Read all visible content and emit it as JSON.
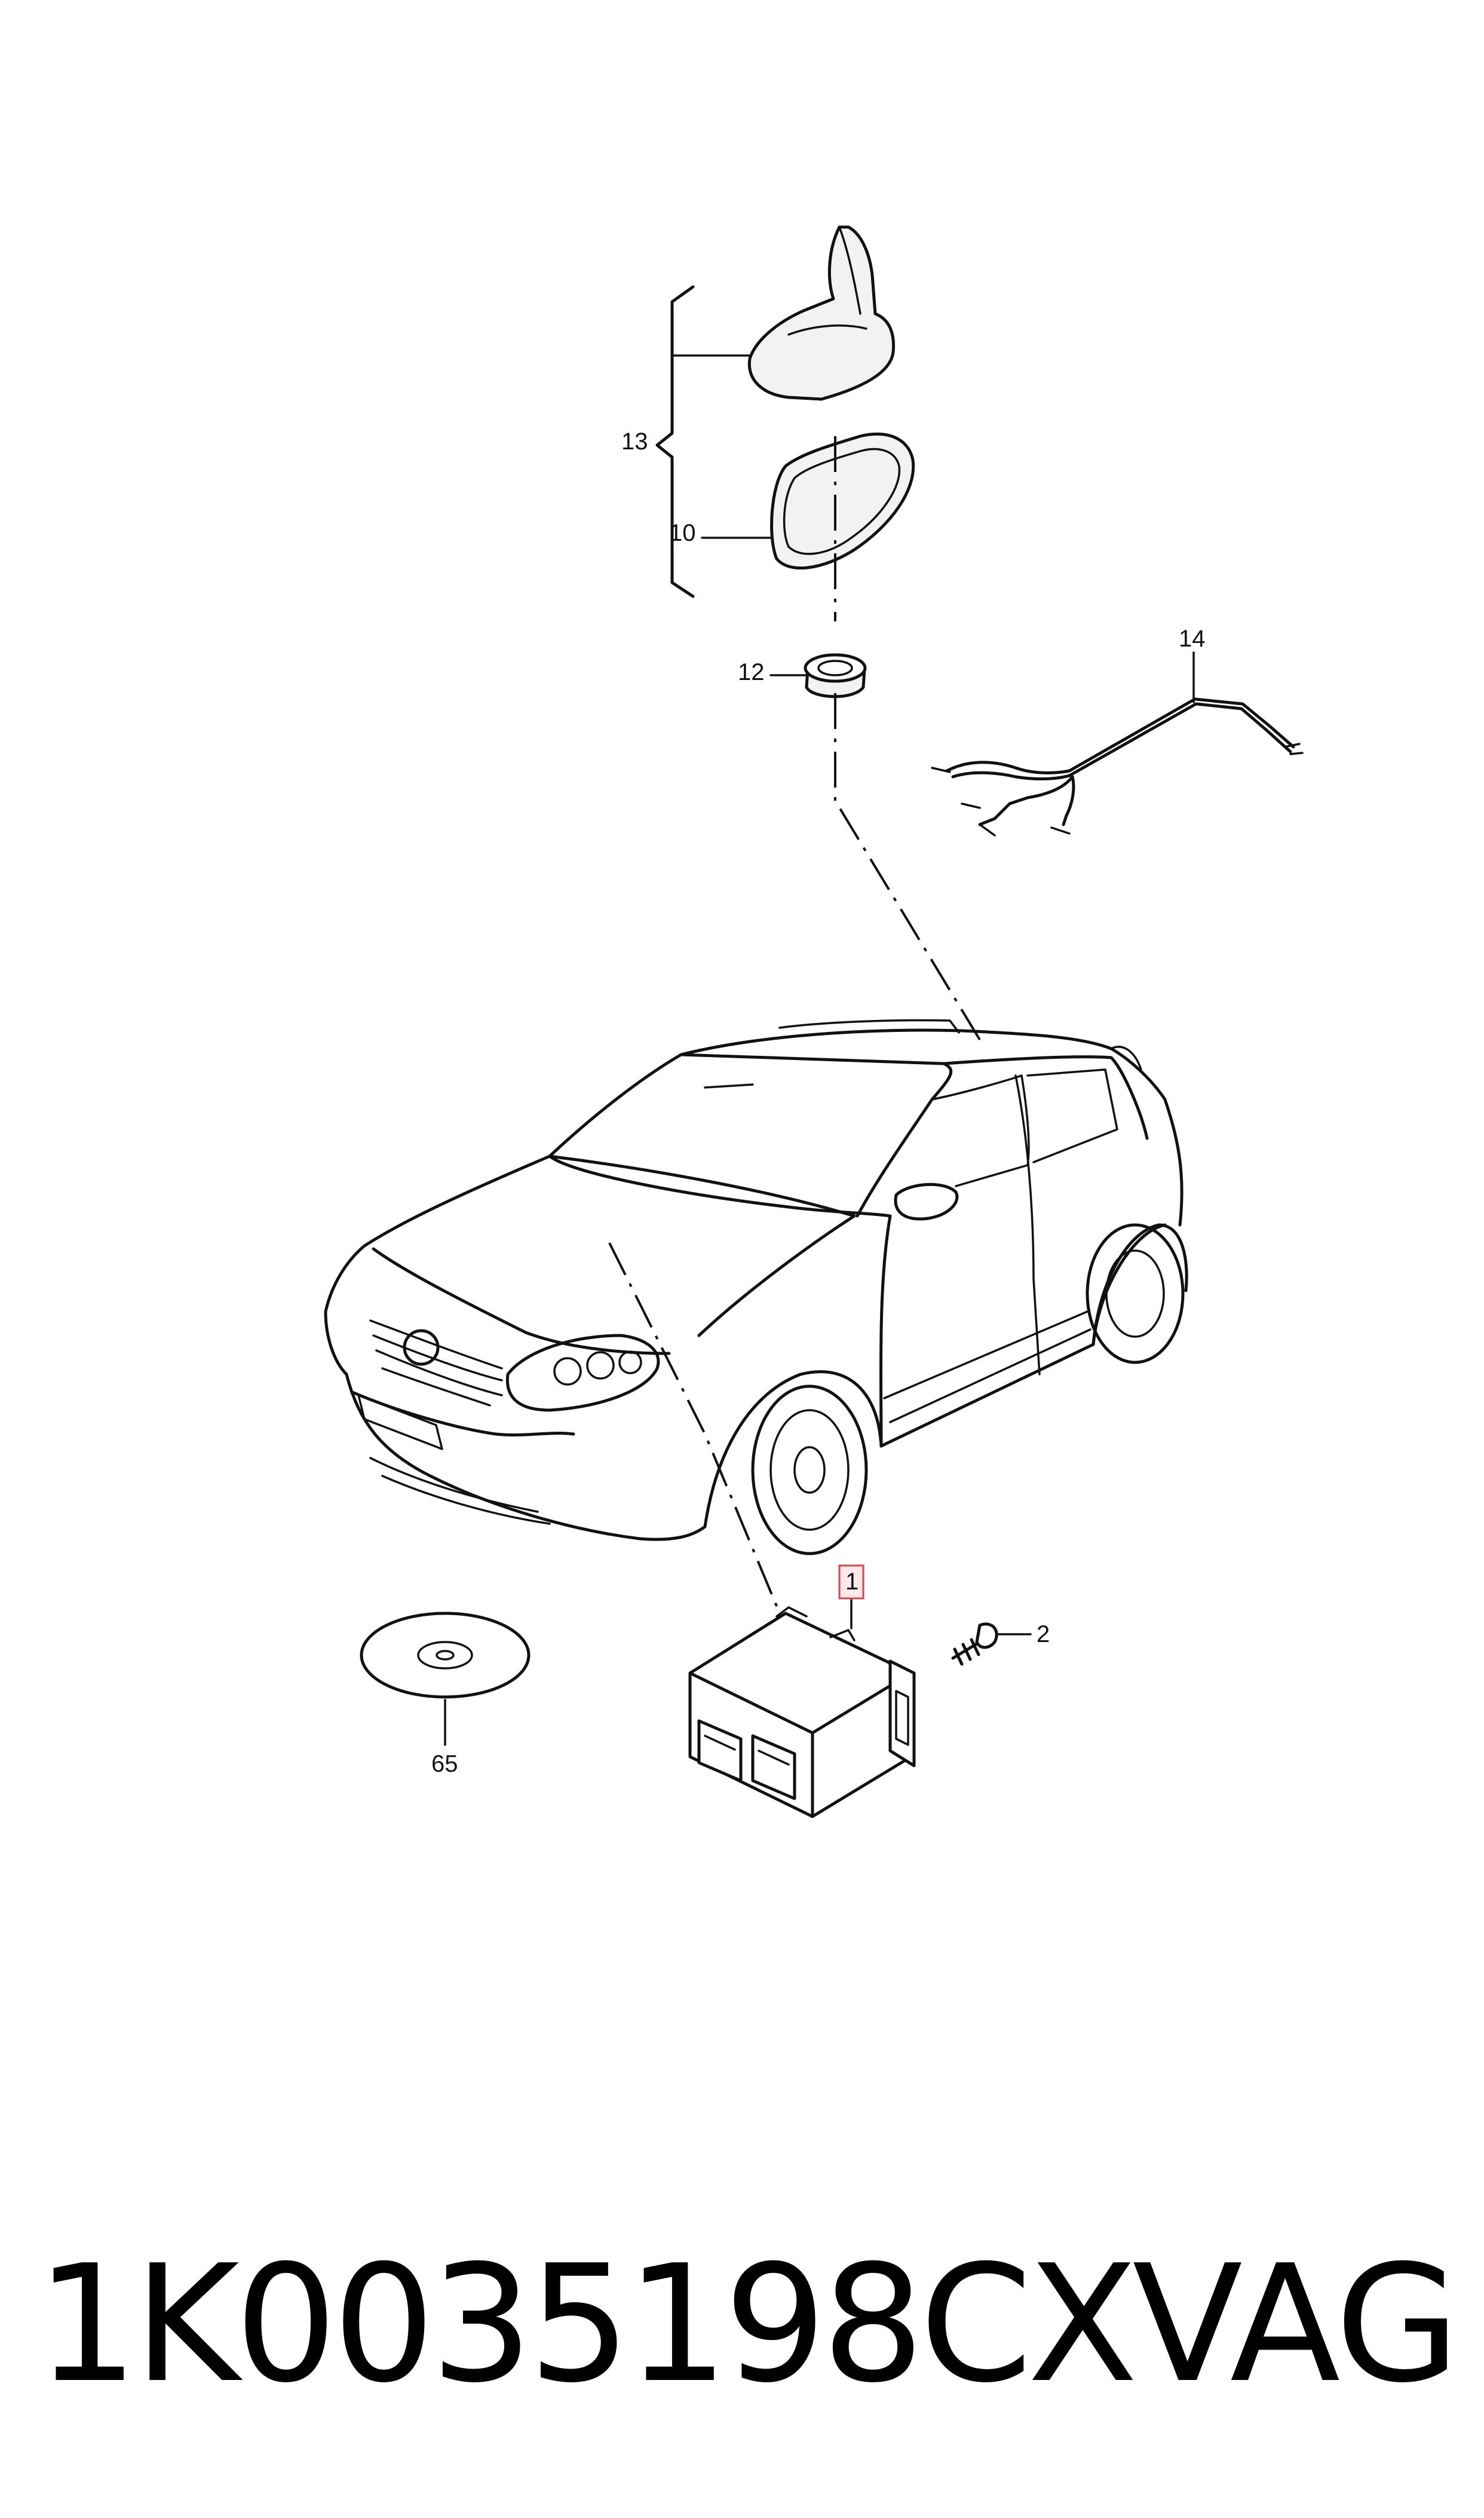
{
  "callouts": {
    "c1": "1",
    "c2": "2",
    "c10": "10",
    "c12": "12",
    "c13": "13",
    "c14": "14",
    "c65": "65"
  },
  "footer": {
    "part_number": "1K0035198CX",
    "brand": "VAG"
  },
  "colors": {
    "line": "#111111",
    "highlight_fill": "#fde8ea",
    "highlight_stroke": "#d9434f"
  }
}
